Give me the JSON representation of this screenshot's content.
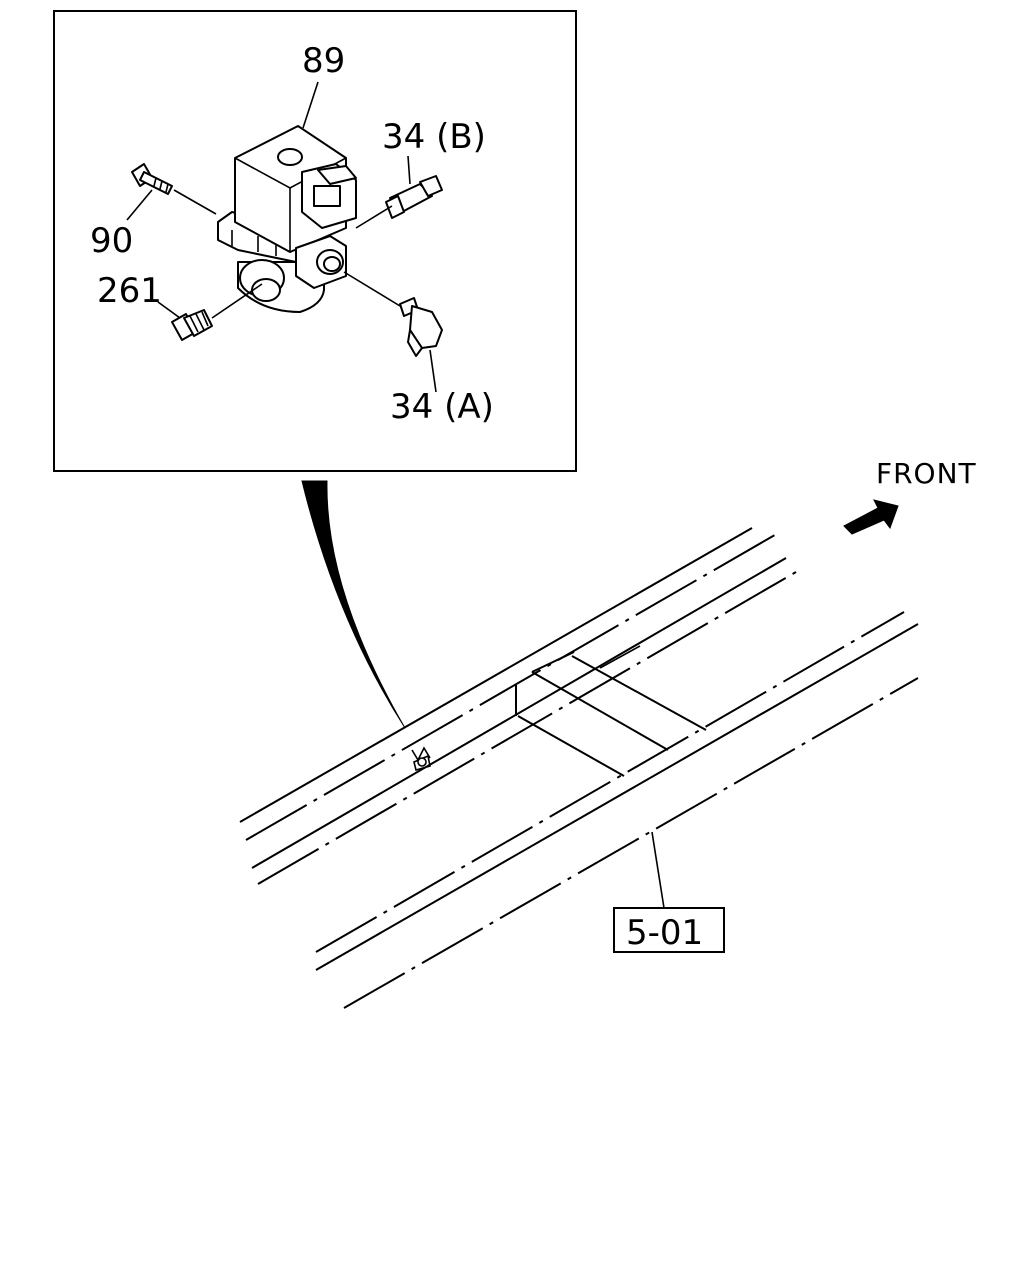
{
  "inset": {
    "callouts": {
      "p89": "89",
      "p34b": "34 (B)",
      "p90": "90",
      "p261": "261",
      "p34a": "34 (A)"
    }
  },
  "main": {
    "front_label": "FRONT",
    "ref_box_label": "5-01"
  },
  "colors": {
    "line": "#000000",
    "background": "#ffffff"
  }
}
